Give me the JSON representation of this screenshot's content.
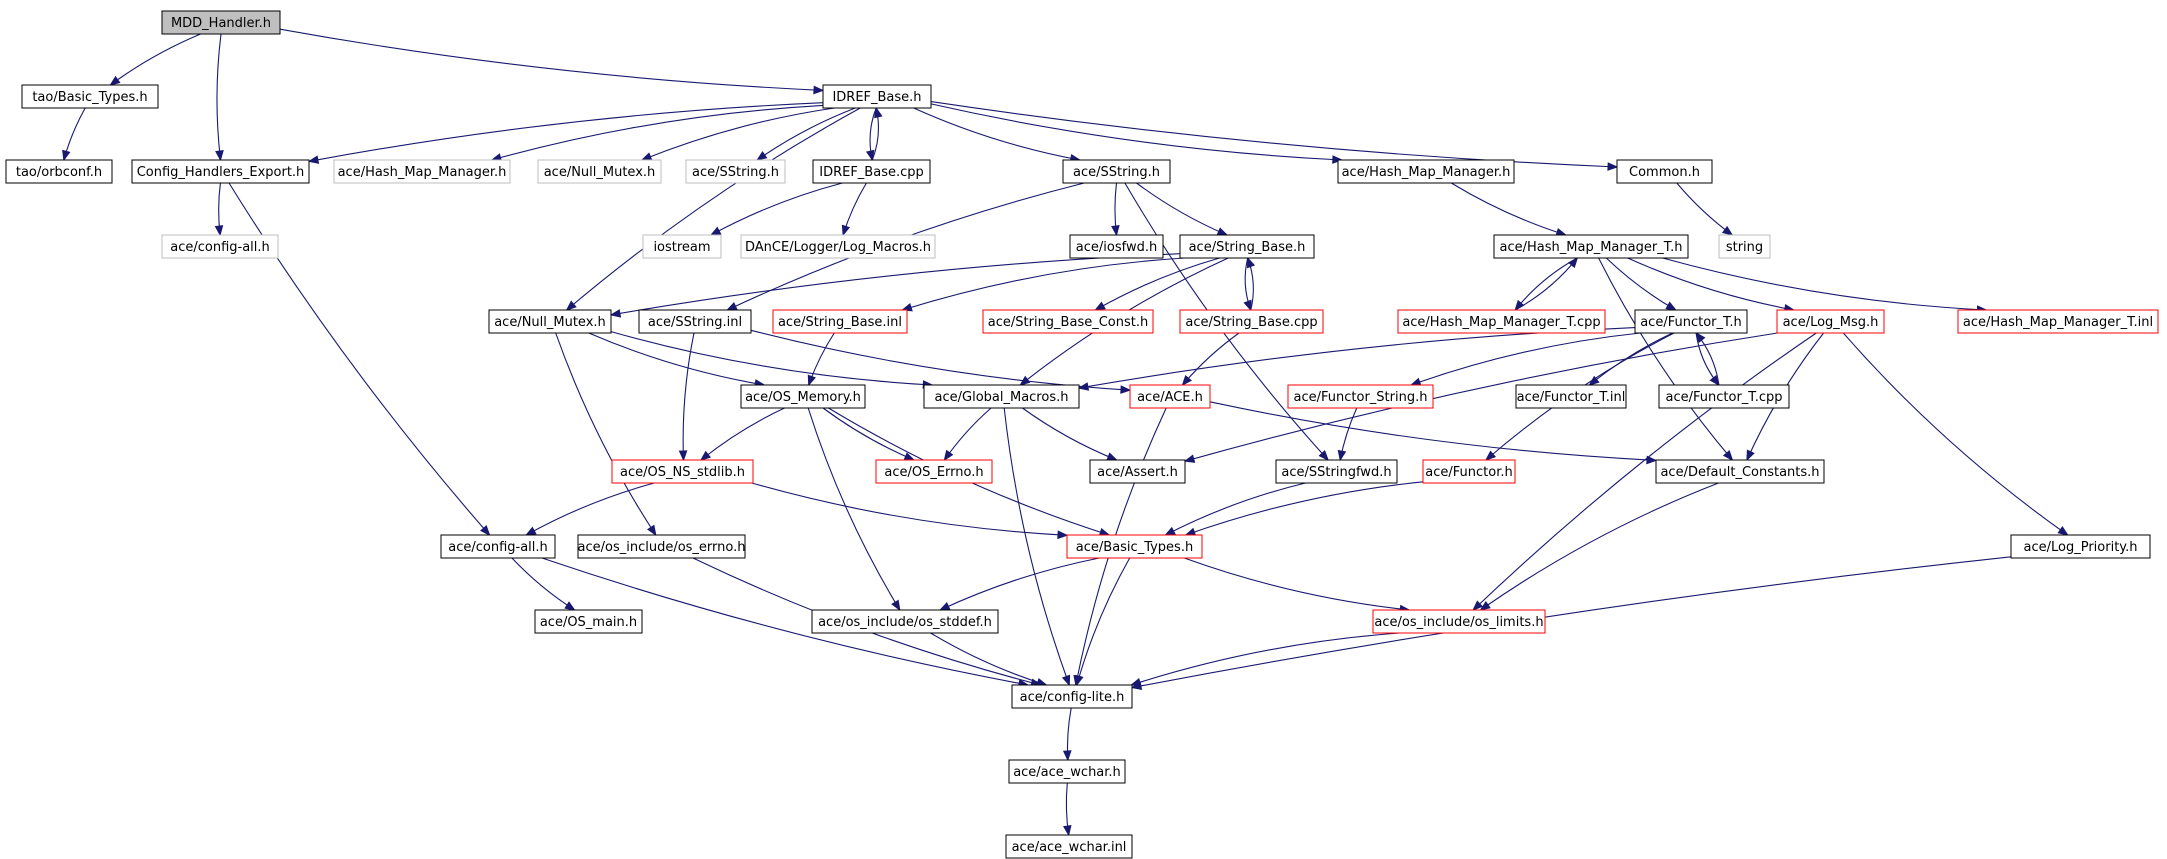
{
  "nodes": [
    {
      "id": "mdd",
      "label": "MDD_Handler.h",
      "style": "root"
    },
    {
      "id": "tao_bt",
      "label": "tao/Basic_Types.h",
      "style": "normal"
    },
    {
      "id": "idref",
      "label": "IDREF_Base.h",
      "style": "normal"
    },
    {
      "id": "tao_orb",
      "label": "tao/orbconf.h",
      "style": "normal"
    },
    {
      "id": "chexp",
      "label": "Config_Handlers_Export.h",
      "style": "normal"
    },
    {
      "id": "hmm_g",
      "label": "ace/Hash_Map_Manager.h",
      "style": "gray"
    },
    {
      "id": "nm_g",
      "label": "ace/Null_Mutex.h",
      "style": "gray"
    },
    {
      "id": "ss_g",
      "label": "ace/SString.h",
      "style": "gray"
    },
    {
      "id": "idrefcpp",
      "label": "IDREF_Base.cpp",
      "style": "normal"
    },
    {
      "id": "ss",
      "label": "ace/SString.h",
      "style": "normal"
    },
    {
      "id": "hmm",
      "label": "ace/Hash_Map_Manager.h",
      "style": "normal"
    },
    {
      "id": "common",
      "label": "Common.h",
      "style": "normal"
    },
    {
      "id": "cfgall_g",
      "label": "ace/config-all.h",
      "style": "gray"
    },
    {
      "id": "iostream",
      "label": "iostream",
      "style": "gray"
    },
    {
      "id": "logmac",
      "label": "DAnCE/Logger/Log_Macros.h",
      "style": "gray"
    },
    {
      "id": "iosfwd",
      "label": "ace/iosfwd.h",
      "style": "normal"
    },
    {
      "id": "strbase",
      "label": "ace/String_Base.h",
      "style": "normal"
    },
    {
      "id": "hmmt",
      "label": "ace/Hash_Map_Manager_T.h",
      "style": "normal"
    },
    {
      "id": "string",
      "label": "string",
      "style": "gray"
    },
    {
      "id": "nm",
      "label": "ace/Null_Mutex.h",
      "style": "normal"
    },
    {
      "id": "ssinl",
      "label": "ace/SString.inl",
      "style": "normal"
    },
    {
      "id": "sbinl",
      "label": "ace/String_Base.inl",
      "style": "red"
    },
    {
      "id": "sbconst",
      "label": "ace/String_Base_Const.h",
      "style": "red"
    },
    {
      "id": "sbcpp",
      "label": "ace/String_Base.cpp",
      "style": "red"
    },
    {
      "id": "hmmtcpp",
      "label": "ace/Hash_Map_Manager_T.cpp",
      "style": "red"
    },
    {
      "id": "functor",
      "label": "ace/Functor_T.h",
      "style": "normal"
    },
    {
      "id": "logmsg",
      "label": "ace/Log_Msg.h",
      "style": "red"
    },
    {
      "id": "hmmtinl",
      "label": "ace/Hash_Map_Manager_T.inl",
      "style": "red"
    },
    {
      "id": "osmem",
      "label": "ace/OS_Memory.h",
      "style": "normal"
    },
    {
      "id": "gmac",
      "label": "ace/Global_Macros.h",
      "style": "normal"
    },
    {
      "id": "ace",
      "label": "ace/ACE.h",
      "style": "red"
    },
    {
      "id": "fstr",
      "label": "ace/Functor_String.h",
      "style": "red"
    },
    {
      "id": "finl",
      "label": "ace/Functor_T.inl",
      "style": "normal"
    },
    {
      "id": "fcpp",
      "label": "ace/Functor_T.cpp",
      "style": "normal"
    },
    {
      "id": "nsstd",
      "label": "ace/OS_NS_stdlib.h",
      "style": "red"
    },
    {
      "id": "errno_h",
      "label": "ace/OS_Errno.h",
      "style": "red"
    },
    {
      "id": "assert",
      "label": "ace/Assert.h",
      "style": "normal"
    },
    {
      "id": "ssfwd",
      "label": "ace/SStringfwd.h",
      "style": "normal"
    },
    {
      "id": "functorh",
      "label": "ace/Functor.h",
      "style": "red"
    },
    {
      "id": "defc",
      "label": "ace/Default_Constants.h",
      "style": "normal"
    },
    {
      "id": "cfgall",
      "label": "ace/config-all.h",
      "style": "normal"
    },
    {
      "id": "oserrno",
      "label": "ace/os_include/os_errno.h",
      "style": "normal"
    },
    {
      "id": "acebt",
      "label": "ace/Basic_Types.h",
      "style": "red"
    },
    {
      "id": "logpri",
      "label": "ace/Log_Priority.h",
      "style": "normal"
    },
    {
      "id": "osmain",
      "label": "ace/OS_main.h",
      "style": "normal"
    },
    {
      "id": "stddef",
      "label": "ace/os_include/os_stddef.h",
      "style": "normal"
    },
    {
      "id": "limits",
      "label": "ace/os_include/os_limits.h",
      "style": "red"
    },
    {
      "id": "cfglite",
      "label": "ace/config-lite.h",
      "style": "normal"
    },
    {
      "id": "wchar",
      "label": "ace/ace_wchar.h",
      "style": "normal"
    },
    {
      "id": "wcharinl",
      "label": "ace/ace_wchar.inl",
      "style": "normal"
    }
  ],
  "edges": [
    [
      "mdd",
      "tao_bt"
    ],
    [
      "mdd",
      "chexp"
    ],
    [
      "mdd",
      "idref"
    ],
    [
      "tao_bt",
      "tao_orb"
    ],
    [
      "idref",
      "chexp"
    ],
    [
      "idref",
      "hmm_g"
    ],
    [
      "idref",
      "nm_g"
    ],
    [
      "idref",
      "ss_g"
    ],
    [
      "idref",
      "idrefcpp"
    ],
    [
      "idref",
      "ss"
    ],
    [
      "idref",
      "hmm"
    ],
    [
      "idref",
      "common"
    ],
    [
      "idref",
      "nm"
    ],
    [
      "idrefcpp",
      "idref"
    ],
    [
      "idrefcpp",
      "iostream"
    ],
    [
      "idrefcpp",
      "logmac"
    ],
    [
      "chexp",
      "cfgall_g"
    ],
    [
      "chexp",
      "cfgall"
    ],
    [
      "ss",
      "iosfwd"
    ],
    [
      "ss",
      "strbase"
    ],
    [
      "ss",
      "ssinl"
    ],
    [
      "ss",
      "ssfwd"
    ],
    [
      "hmm",
      "hmmt"
    ],
    [
      "common",
      "string"
    ],
    [
      "strbase",
      "sbinl"
    ],
    [
      "strbase",
      "sbconst"
    ],
    [
      "strbase",
      "sbcpp"
    ],
    [
      "strbase",
      "gmac"
    ],
    [
      "strbase",
      "nm"
    ],
    [
      "sbcpp",
      "strbase"
    ],
    [
      "sbcpp",
      "ace"
    ],
    [
      "hmmt",
      "hmmtcpp"
    ],
    [
      "hmmt",
      "functor"
    ],
    [
      "hmmt",
      "logmsg"
    ],
    [
      "hmmt",
      "hmmtinl"
    ],
    [
      "hmmt",
      "defc"
    ],
    [
      "hmmtcpp",
      "hmmt"
    ],
    [
      "functor",
      "fstr"
    ],
    [
      "functor",
      "finl"
    ],
    [
      "functor",
      "fcpp"
    ],
    [
      "functor",
      "functorh"
    ],
    [
      "functor",
      "gmac"
    ],
    [
      "fcpp",
      "functor"
    ],
    [
      "logmsg",
      "defc"
    ],
    [
      "logmsg",
      "logpri"
    ],
    [
      "logmsg",
      "assert"
    ],
    [
      "logmsg",
      "limits"
    ],
    [
      "nm",
      "osmem"
    ],
    [
      "nm",
      "gmac"
    ],
    [
      "nm",
      "oserrno"
    ],
    [
      "ssinl",
      "nsstd"
    ],
    [
      "ssinl",
      "ace"
    ],
    [
      "sbinl",
      "osmem"
    ],
    [
      "osmem",
      "nsstd"
    ],
    [
      "osmem",
      "errno_h"
    ],
    [
      "osmem",
      "acebt"
    ],
    [
      "osmem",
      "stddef"
    ],
    [
      "gmac",
      "errno_h"
    ],
    [
      "gmac",
      "assert"
    ],
    [
      "gmac",
      "cfglite"
    ],
    [
      "ace",
      "defc"
    ],
    [
      "ace",
      "cfglite"
    ],
    [
      "fstr",
      "ssfwd"
    ],
    [
      "ssfwd",
      "acebt"
    ],
    [
      "functorh",
      "acebt"
    ],
    [
      "nsstd",
      "cfgall"
    ],
    [
      "nsstd",
      "acebt"
    ],
    [
      "defc",
      "limits"
    ],
    [
      "cfgall",
      "osmain"
    ],
    [
      "cfgall",
      "cfglite"
    ],
    [
      "oserrno",
      "cfglite"
    ],
    [
      "acebt",
      "stddef"
    ],
    [
      "acebt",
      "limits"
    ],
    [
      "acebt",
      "cfglite"
    ],
    [
      "logpri",
      "cfglite"
    ],
    [
      "stddef",
      "cfglite"
    ],
    [
      "limits",
      "cfglite"
    ],
    [
      "cfglite",
      "wchar"
    ],
    [
      "wchar",
      "wcharinl"
    ]
  ],
  "colors": {
    "edge": "#191970",
    "normal_border": "#000000",
    "red_border": "#ff0000",
    "gray_border": "#bfbfbf",
    "root_fill": "#bfbfbf"
  }
}
